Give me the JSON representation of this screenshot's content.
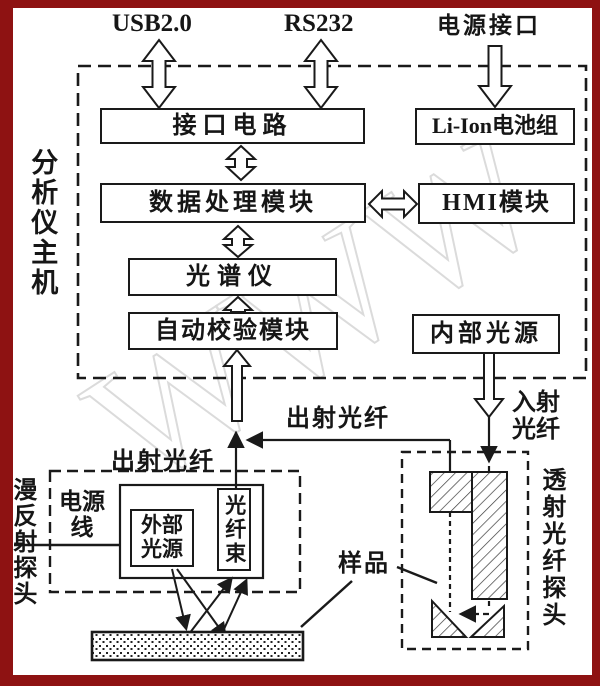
{
  "diagram": {
    "top_ports": {
      "usb": "USB2.0",
      "rs232": "RS232",
      "power_port": "电源接口"
    },
    "analyzer": {
      "label": "分析仪主机",
      "interface_circuit": "接口电路",
      "battery": "Li-Ion电池组",
      "data_processing": "数据处理模块",
      "hmi": "HMI模块",
      "spectrometer": "光谱仪",
      "auto_calibration": "自动校验模块",
      "internal_light": "内部光源"
    },
    "fibers": {
      "exit_fiber_right": "出射光纤",
      "exit_fiber_left": "出射光纤",
      "incident_fiber": "入射光纤"
    },
    "diffuse_probe": {
      "label": "漫反射探头",
      "power_line": "电源线",
      "external_light": "外部光源",
      "fiber_bundle": "光纤束"
    },
    "transmission_probe": {
      "label": "透射光纤探头"
    },
    "sample_label": "样品",
    "watermark": "WWW"
  },
  "colors": {
    "frame": "#8e1212",
    "ink": "#1a1a1a",
    "watermark": "#cfcfcf"
  }
}
